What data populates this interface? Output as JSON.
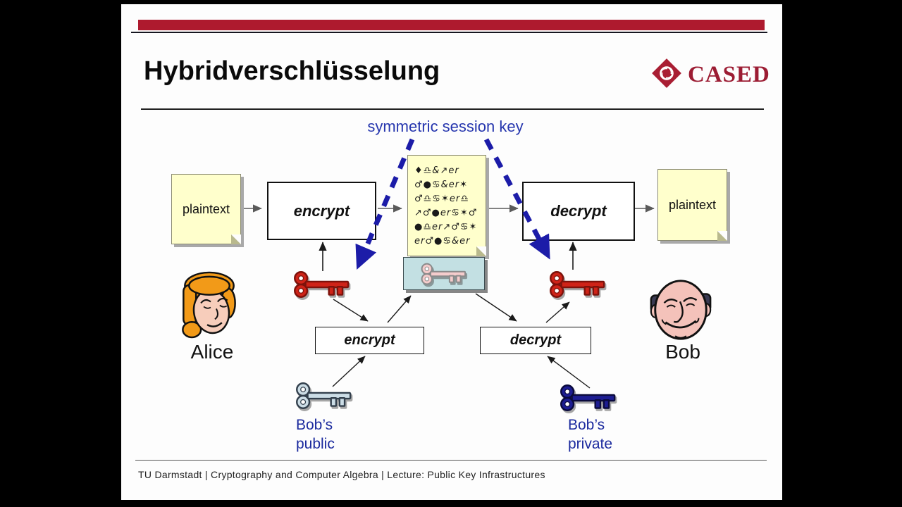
{
  "header": {
    "title": "Hybridverschlüsselung",
    "logo_text": "CASED"
  },
  "diagram": {
    "session_key_label": "symmetric session key",
    "plaintext_left": "plaintext",
    "plaintext_right": "plaintext",
    "encrypt_top": "encrypt",
    "decrypt_top": "decrypt",
    "encrypt_bottom": "encrypt",
    "decrypt_bottom": "decrypt",
    "ciphertext_lines": [
      "♦♎&↗er",
      "♂●♋&er✶",
      "♂♎♋✶er♎",
      "↗♂●er♋✶♂",
      "●♎er↗♂♋✶",
      "er♂●♋&er"
    ],
    "bobs_public_line1": "Bob’s",
    "bobs_public_line2": "public",
    "bobs_private_line1": "Bob’s",
    "bobs_private_line2": "private",
    "alice_label": "Alice",
    "bob_label": "Bob"
  },
  "footer": {
    "text": "TU Darmstadt  |  Cryptography and Computer Algebra  |  Lecture: Public Key Infrastructures"
  },
  "icons": {
    "logo_mark": "cased-diamond-pinwheel-icon",
    "left_session_key": "red-key-icon",
    "right_session_key": "red-key-icon",
    "encrypted_session_key": "pink-key-icon",
    "bobs_public_key": "pale-blue-key-icon",
    "bobs_private_key": "navy-key-icon"
  },
  "colors": {
    "accent_bar_red": "#ae1a2e",
    "logo_red": "#9c1c33",
    "session_label_blue": "#2636ae",
    "dashed_arrow_blue": "#1c1ca8",
    "note_yellow": "#ffffcc",
    "session_key_box_cyan": "#c3e0e3",
    "key_red": "#cf2318",
    "key_pale_blue": "#ccdde6",
    "key_navy": "#1d1d92",
    "key_pink": "#f5cccc",
    "owner_label_blue": "#1b2a9e"
  }
}
